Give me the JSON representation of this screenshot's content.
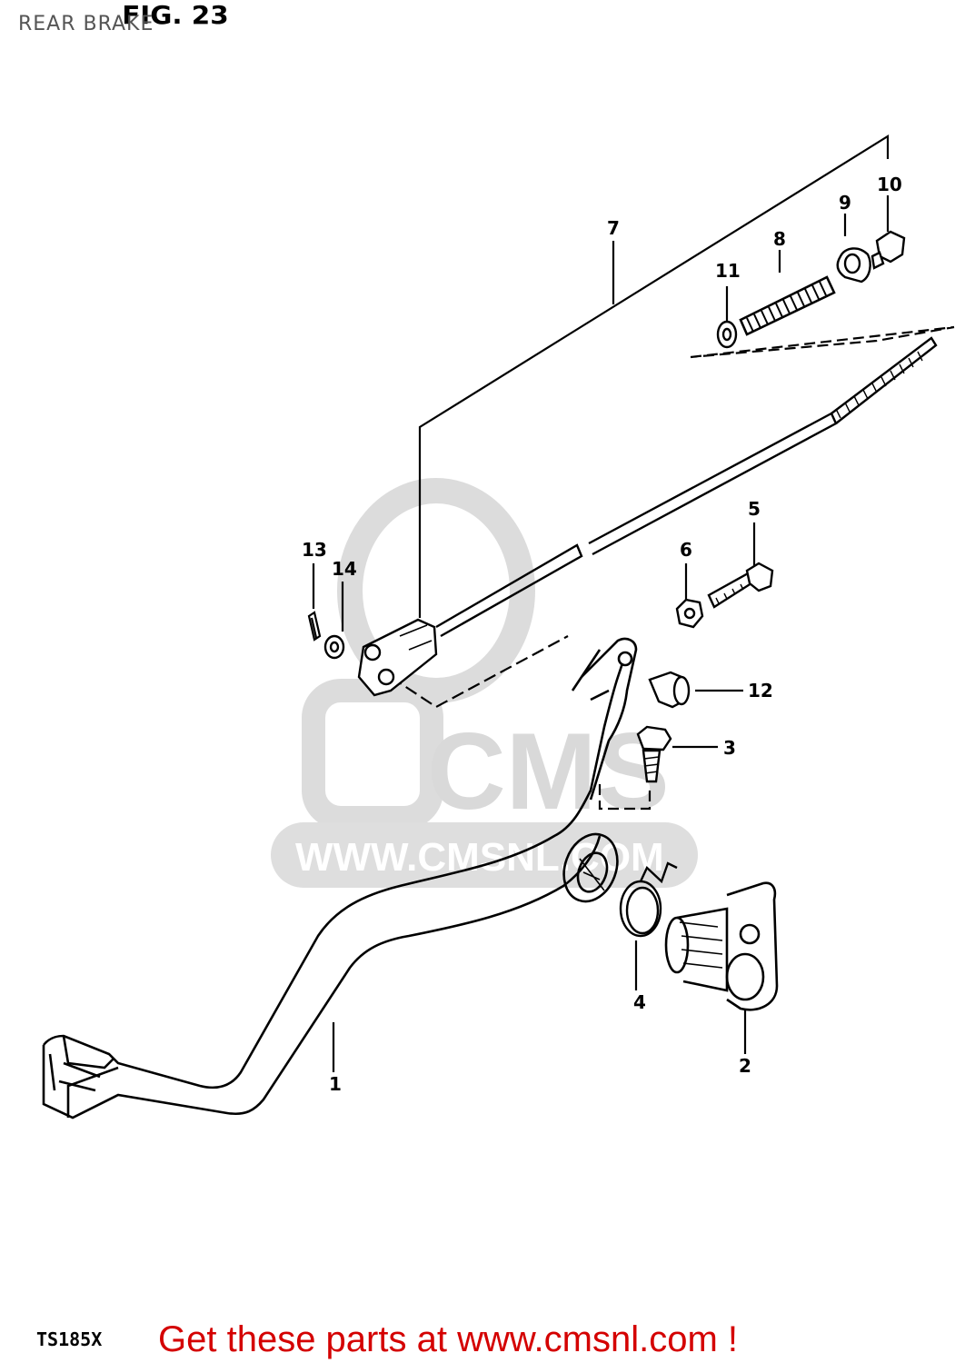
{
  "header": {
    "fig_label": "FIG. 23",
    "section_title": "REAR BRAKE"
  },
  "watermark": {
    "brand": "CMS",
    "url": "WWW.CMSNL.COM",
    "color": "#d9d9d9"
  },
  "callouts": [
    {
      "id": "callout-1",
      "label": "1"
    },
    {
      "id": "callout-2",
      "label": "2"
    },
    {
      "id": "callout-3",
      "label": "3"
    },
    {
      "id": "callout-4",
      "label": "4"
    },
    {
      "id": "callout-5",
      "label": "5"
    },
    {
      "id": "callout-6",
      "label": "6"
    },
    {
      "id": "callout-7",
      "label": "7"
    },
    {
      "id": "callout-8",
      "label": "8"
    },
    {
      "id": "callout-9",
      "label": "9"
    },
    {
      "id": "callout-10",
      "label": "10"
    },
    {
      "id": "callout-11",
      "label": "11"
    },
    {
      "id": "callout-12",
      "label": "12"
    },
    {
      "id": "callout-13",
      "label": "13"
    },
    {
      "id": "callout-14",
      "label": "14"
    }
  ],
  "footer": {
    "model_code": "TS185X",
    "cta_text": "Get these parts at www.cmsnl.com !",
    "cta_color": "#d40000"
  }
}
